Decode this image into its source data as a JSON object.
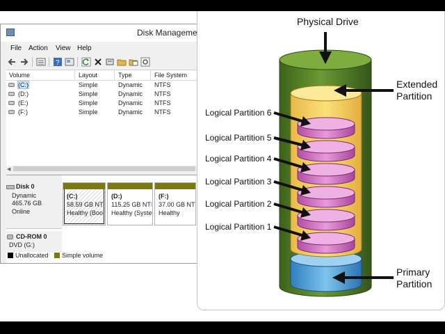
{
  "window": {
    "title": "Disk Manageme",
    "menu": [
      "File",
      "Action",
      "View",
      "Help"
    ]
  },
  "toolbar_icons": [
    "back-arrow-icon",
    "forward-arrow-icon",
    "list-view-icon",
    "help-icon",
    "properties-icon",
    "refresh-icon",
    "delete-icon",
    "settings-icon",
    "open-folder-icon",
    "open-file-icon",
    "rescan-icon"
  ],
  "volume_table": {
    "columns": [
      "Volume",
      "Layout",
      "Type",
      "File System"
    ],
    "rows": [
      {
        "volume": "(C:)",
        "layout": "Simple",
        "type": "Dynamic",
        "fs": "NTFS"
      },
      {
        "volume": "(D:)",
        "layout": "Simple",
        "type": "Dynamic",
        "fs": "NTFS"
      },
      {
        "volume": "(E:)",
        "layout": "Simple",
        "type": "Dynamic",
        "fs": "NTFS"
      },
      {
        "volume": "(F:)",
        "layout": "Simple",
        "type": "Dynamic",
        "fs": "NTFS"
      }
    ]
  },
  "disk0": {
    "name": "Disk 0",
    "type": "Dynamic",
    "size": "465.76 GB",
    "status": "Online",
    "partitions": [
      {
        "label": "(C:)",
        "size": "58.59 GB NTF",
        "status": "Healthy (Boo"
      },
      {
        "label": "(D:)",
        "size": "115.25 GB NTF",
        "status": "Healthy (Syste"
      },
      {
        "label": "(F:)",
        "size": "37.00 GB NT",
        "status": "Healthy"
      }
    ]
  },
  "cdrom": {
    "name": "CD-ROM 0",
    "type": "DVD (G:)"
  },
  "legend": [
    {
      "label": "Unallocated",
      "color": "#000000"
    },
    {
      "label": "Simple volume",
      "color": "#7a7a11"
    }
  ],
  "diagram": {
    "physical_drive": "Physical Drive",
    "extended_partition": [
      "Extended",
      "Partition"
    ],
    "primary_partition": [
      "Primary",
      "Partition"
    ],
    "logical_partitions": [
      "Logical Partition 6",
      "Logical Partition 5",
      "Logical Partition 4",
      "Logical Partition 3",
      "Logical Partition 2",
      "Logical Partition 1"
    ],
    "colors": {
      "physical_drive": "#4f7a22",
      "extended": "#f4cd5e",
      "logical": "#d678c8",
      "primary": "#4a9fd9"
    }
  }
}
